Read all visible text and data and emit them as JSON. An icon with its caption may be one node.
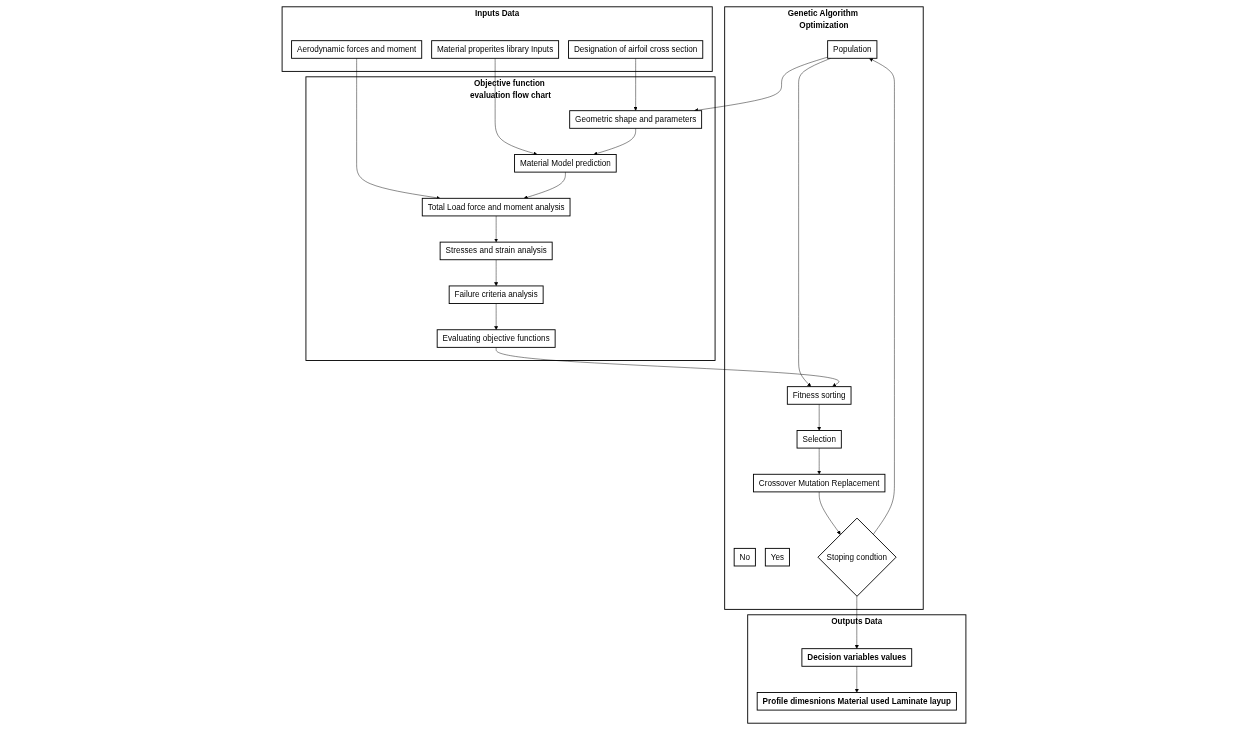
{
  "diagram": {
    "nodes": [
      {
        "text": [
          "Genetic Algorithm Optimization"
        ]
      },
      {
        "text": [
          "Population"
        ],
        "in": 0
      },
      {
        "text": [
          "Fitness sorting"
        ],
        "in": 0
      },
      {
        "text": [
          "Selection"
        ],
        "in": 0
      },
      {
        "text": [
          "Crossover Mutation Replacement"
        ],
        "in": 0
      },
      {
        "text": [
          "No"
        ],
        "in": 0
      },
      {
        "text": [
          "Yes"
        ],
        "in": 0
      },
      {
        "text": [
          "Stoping condtion"
        ],
        "in": 0
      },
      {
        "text": [
          "Inputs Data"
        ]
      },
      {
        "text": [
          "Designation of airfoil cross section"
        ],
        "in": 8
      },
      {
        "text": [
          "Material properites library Inputs"
        ],
        "in": 8
      },
      {
        "text": [
          "Aerodynamic forces and moment"
        ],
        "in": 8
      },
      {
        "text": [
          "Objective function evaluation flow chart"
        ]
      },
      {
        "text": [
          "Geometric shape and parameters"
        ],
        "in": 12
      },
      {
        "text": [
          "Material Model prediction"
        ],
        "in": 12
      },
      {
        "text": [
          "Total Load force and moment analysis"
        ],
        "in": 12
      },
      {
        "text": [
          "Evaluating objective functions"
        ],
        "in": 12
      },
      {
        "text": [
          "Failure criteria analysis"
        ],
        "in": 12
      },
      {
        "text": [
          "Stresses and strain analysis"
        ],
        "in": 12
      },
      {
        "text": [
          "Outputs Data"
        ]
      },
      {
        "text": [
          "Decision variables values"
        ],
        "in": 19
      },
      {
        "text": [
          "Profile dimesnions Material used Laminate layup"
        ],
        "in": 19
      }
    ],
    "edges": [
      {
        "from": 1,
        "to": 2,
        "arrow": "to"
      },
      {
        "from": 2,
        "to": 3,
        "arrow": "to"
      },
      {
        "from": 3,
        "to": 4,
        "arrow": "to"
      },
      {
        "from": 4,
        "to": 7,
        "arrow": "to"
      },
      {
        "from": 7,
        "to": 1,
        "arrow": "to"
      },
      {
        "from": 1,
        "to": 13,
        "arrow": "to"
      },
      {
        "from": 16,
        "to": 2,
        "arrow": "to"
      },
      {
        "from": 9,
        "to": 13,
        "arrow": "to"
      },
      {
        "from": 10,
        "to": 14,
        "arrow": "to"
      },
      {
        "from": 11,
        "to": 15,
        "arrow": "to"
      },
      {
        "from": 13,
        "to": 14,
        "arrow": "to"
      },
      {
        "from": 14,
        "to": 15,
        "arrow": "to"
      },
      {
        "from": 15,
        "to": 18,
        "arrow": "to"
      },
      {
        "from": 18,
        "to": 17,
        "arrow": "to"
      },
      {
        "from": 17,
        "to": 16,
        "arrow": "to"
      },
      {
        "from": 7,
        "to": 20,
        "arrow": "to"
      },
      {
        "from": 20,
        "to": 21,
        "arrow": "to"
      }
    ]
  }
}
